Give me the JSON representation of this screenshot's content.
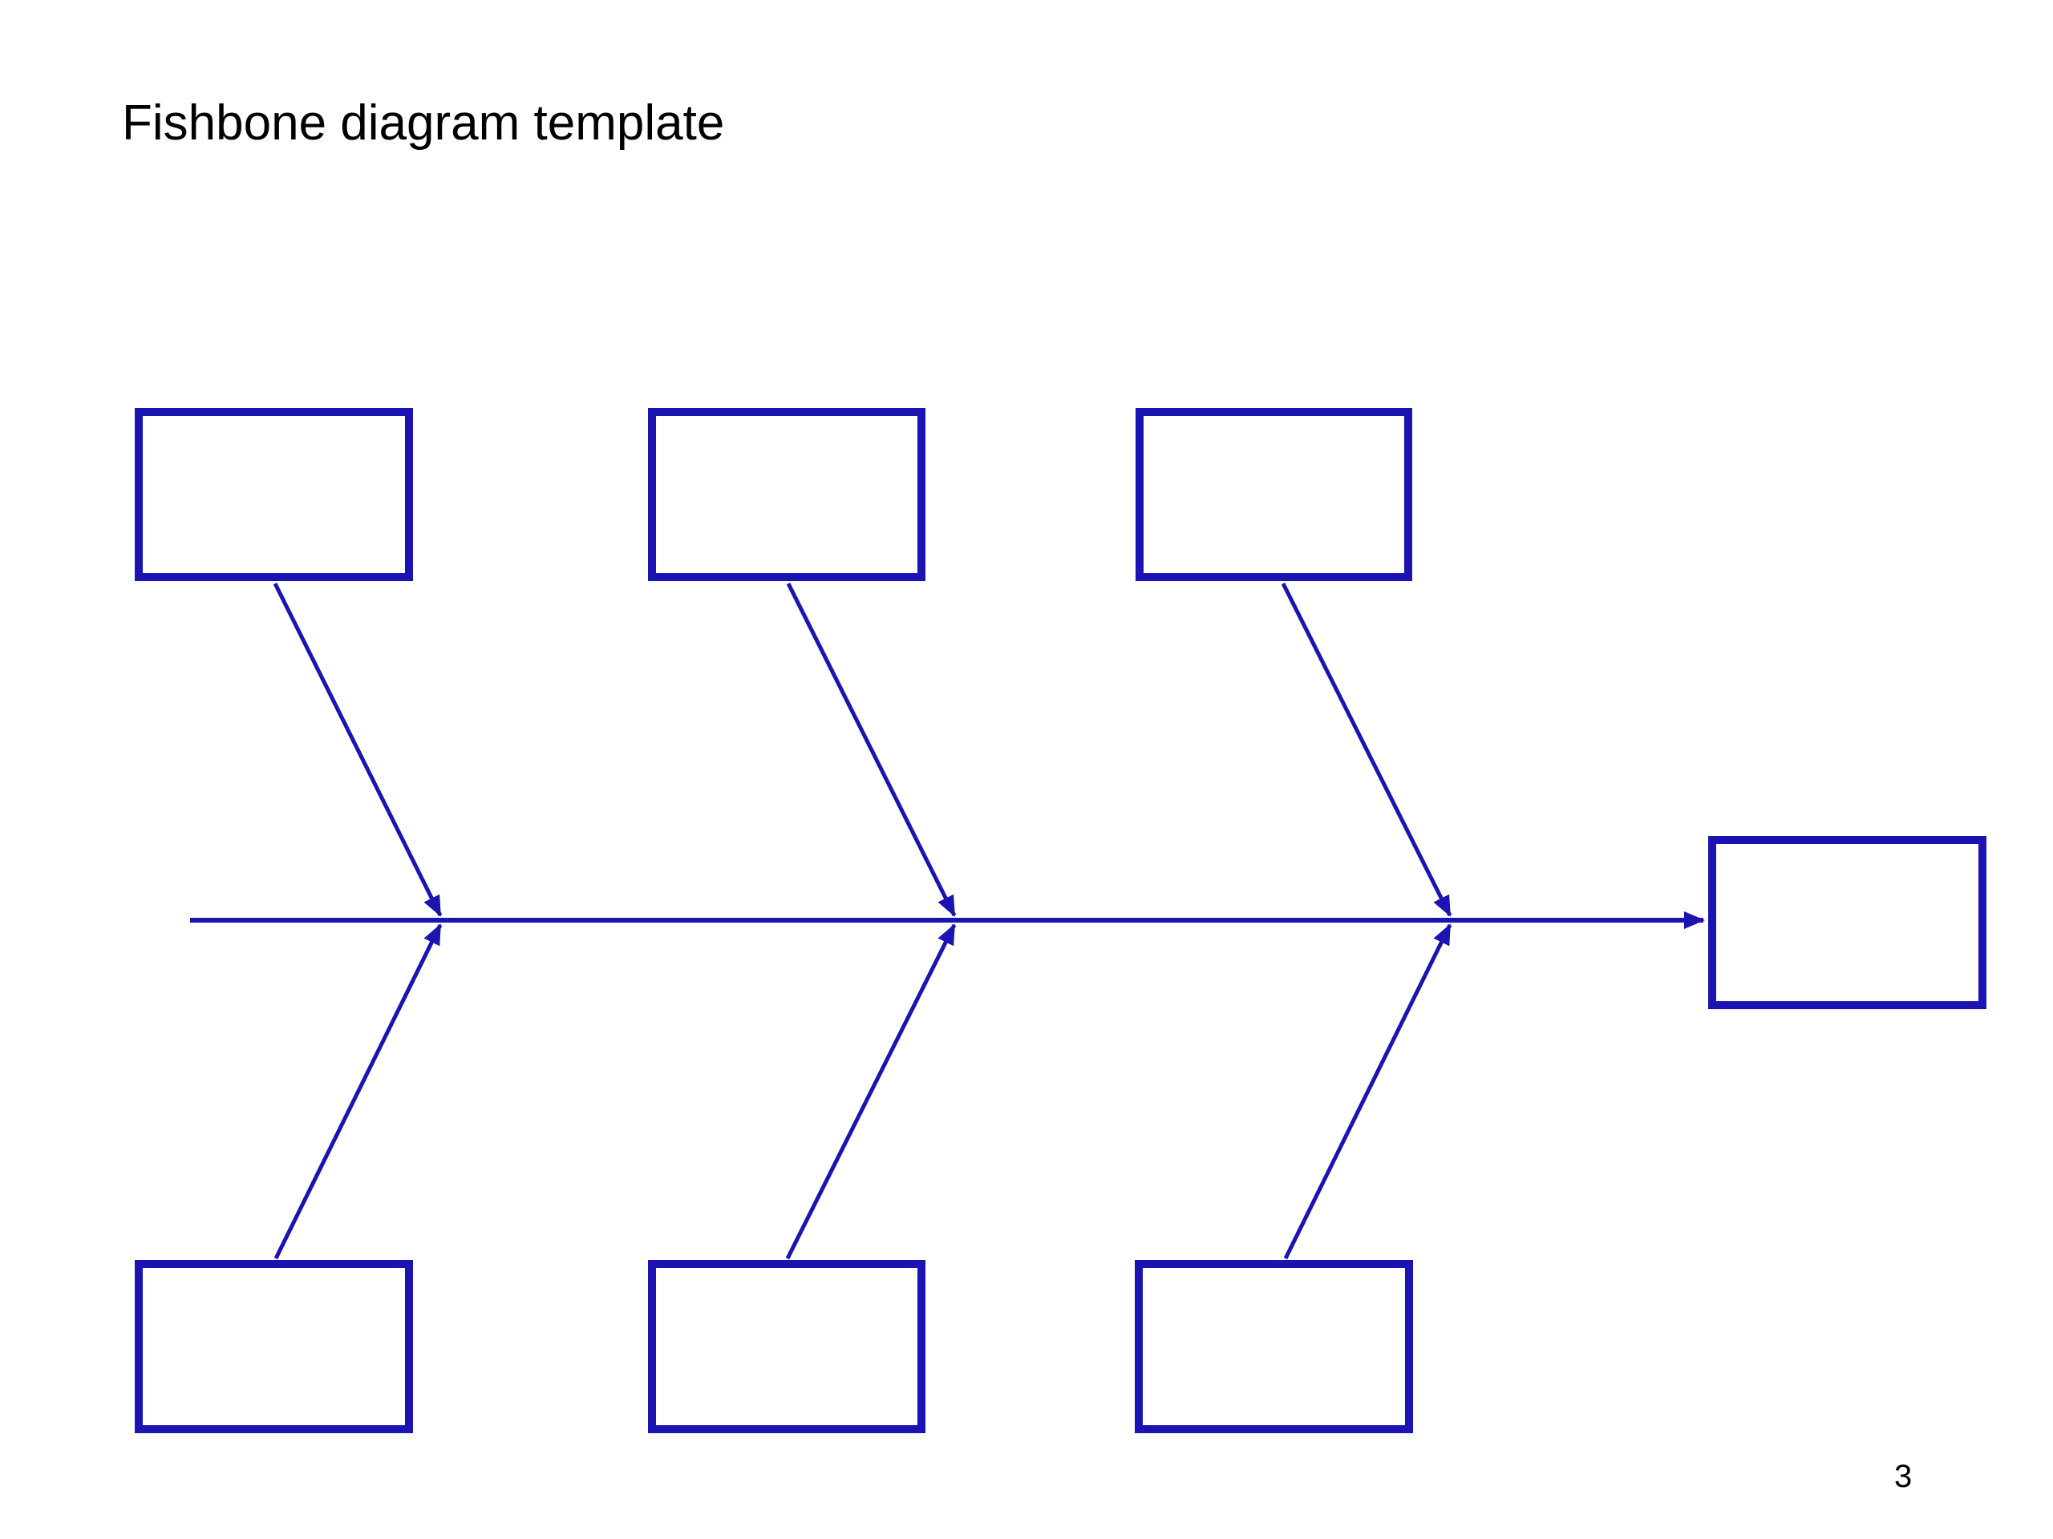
{
  "slide": {
    "title": "Fishbone diagram template",
    "page_number": "3"
  },
  "diagram": {
    "kind": "fishbone",
    "accent_color": "#1b14b2",
    "effect_box": {
      "label": ""
    },
    "cause_boxes": [
      {
        "id": "top-1",
        "label": ""
      },
      {
        "id": "top-2",
        "label": ""
      },
      {
        "id": "top-3",
        "label": ""
      },
      {
        "id": "bottom-1",
        "label": ""
      },
      {
        "id": "bottom-2",
        "label": ""
      },
      {
        "id": "bottom-3",
        "label": ""
      }
    ]
  }
}
